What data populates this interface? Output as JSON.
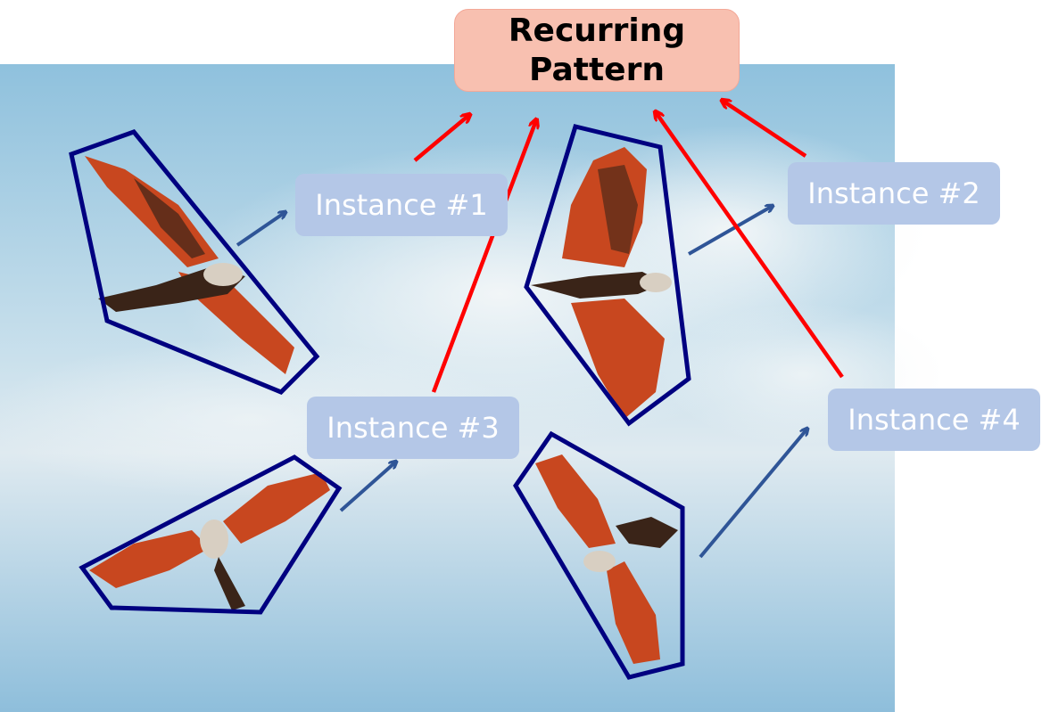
{
  "title": {
    "line1": "Recurring",
    "line2": "Pattern"
  },
  "instances": [
    {
      "label": "Instance #1"
    },
    {
      "label": "Instance #2"
    },
    {
      "label": "Instance #3"
    },
    {
      "label": "Instance #4"
    }
  ],
  "colors": {
    "sky_top": "#8fc1dd",
    "sky_cloud": "#f2f6f7",
    "polygon": "#000080",
    "blue_arrow": "#2f5597",
    "red_arrow": "#ff0000",
    "label_bg": "#b4c7e7",
    "title_bg": "#f8c0b0",
    "bird_wing": "#c8471f",
    "bird_dark": "#3a2418",
    "bird_head": "#d8cfc2"
  }
}
